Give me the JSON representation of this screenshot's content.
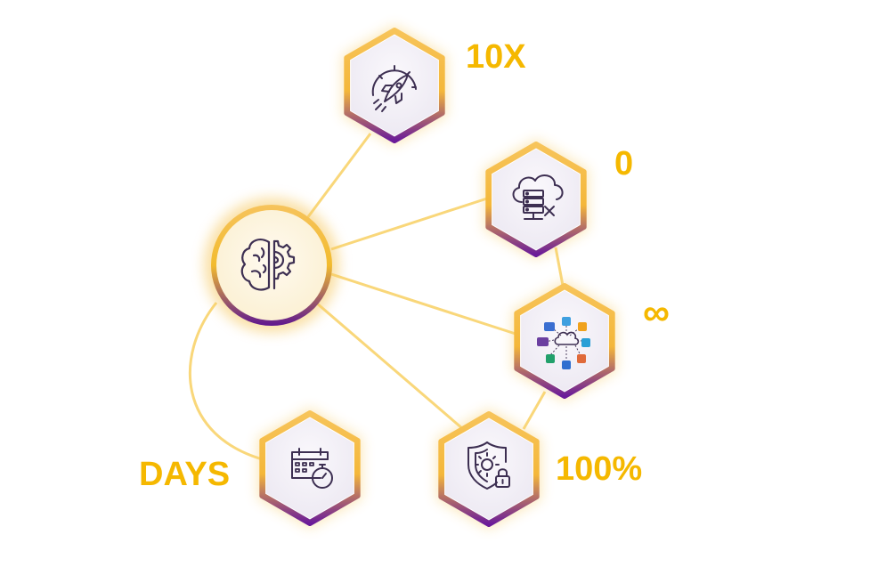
{
  "colors": {
    "accent": "#f5b800",
    "connector": "#f9d77a",
    "node_fill": "#f4f1f8",
    "center_fill": "#fdf5dc",
    "gradient_top": "#f7c45a",
    "gradient_bottom": "#6a1b9a",
    "icon_stroke": "#3d2f52"
  },
  "nodes": {
    "center": {
      "icon": "brain-gear-icon"
    },
    "speed": {
      "icon": "rocket-speedometer-icon",
      "label": "10X"
    },
    "cloud": {
      "icon": "cloud-server-x-icon",
      "label": "0"
    },
    "integrations": {
      "icon": "cloud-integrations-icon",
      "label": "∞"
    },
    "security": {
      "icon": "shield-gear-lock-icon",
      "label": "100%"
    },
    "calendar": {
      "icon": "calendar-stopwatch-icon",
      "label": "DAYS"
    }
  }
}
